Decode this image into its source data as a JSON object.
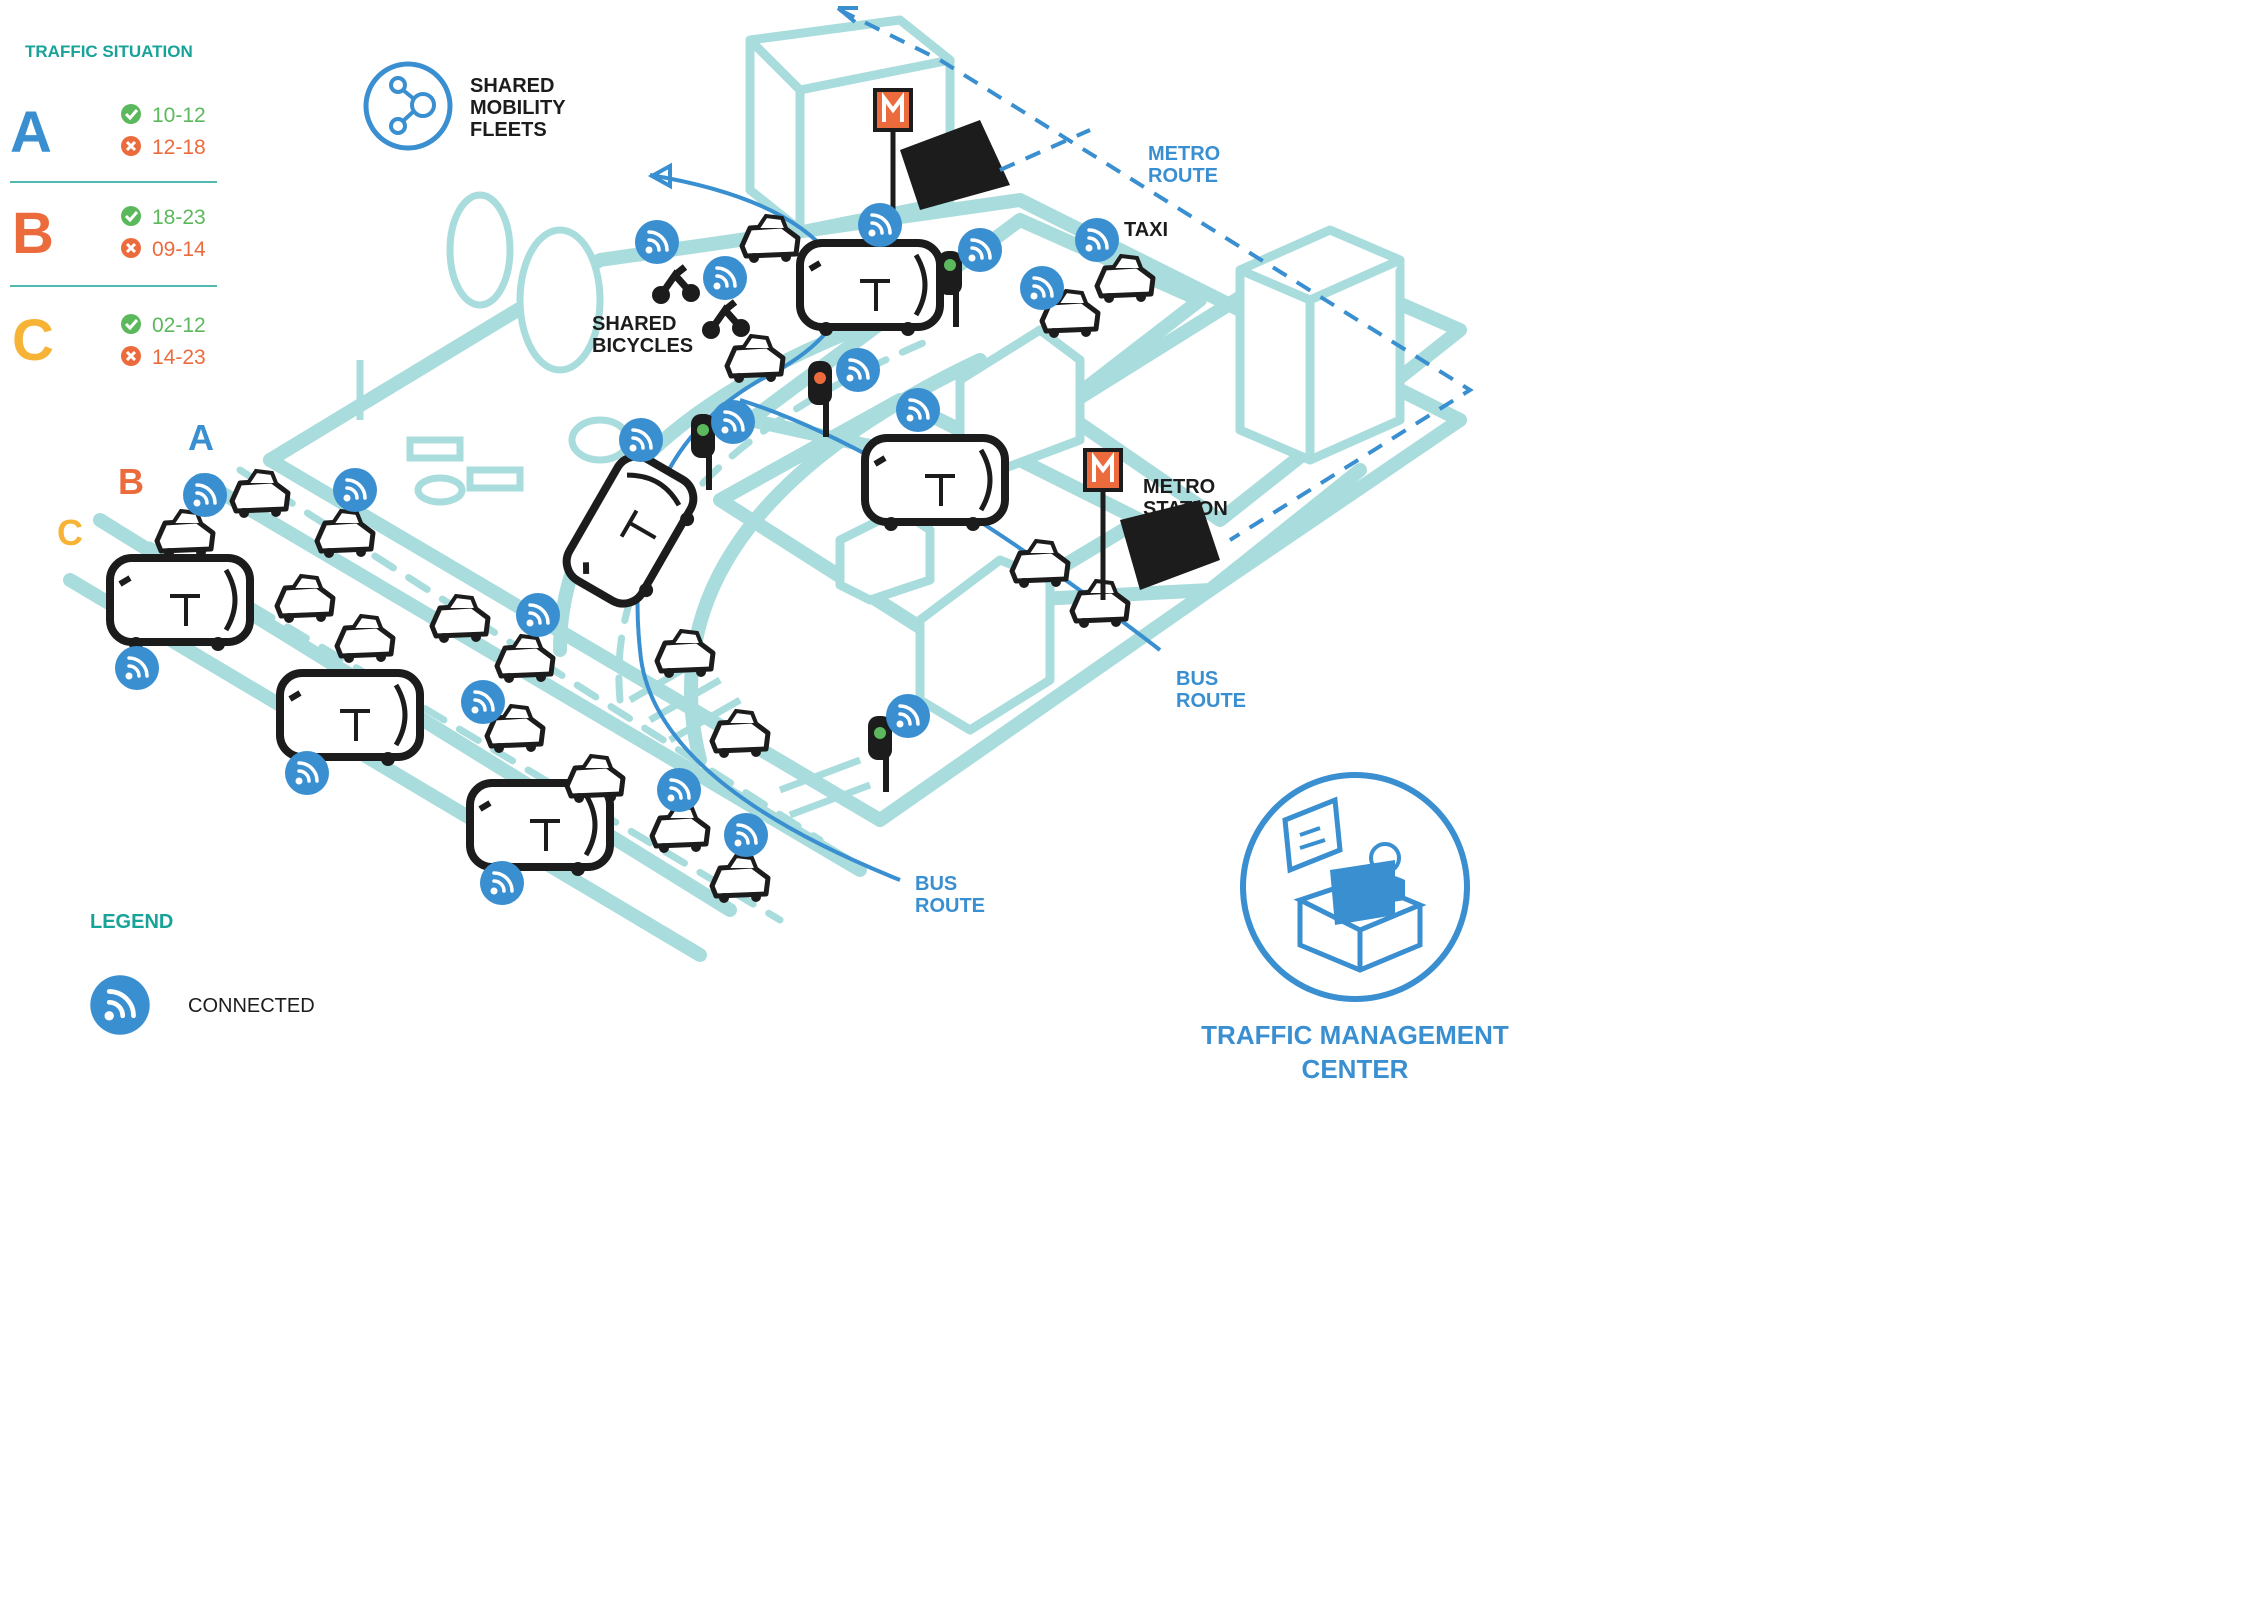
{
  "traffic_situation": {
    "title": "TRAFFIC SITUATION",
    "rows": [
      {
        "letter": "A",
        "ok": "10-12",
        "bad": "12-18"
      },
      {
        "letter": "B",
        "ok": "18-23",
        "bad": "09-14"
      },
      {
        "letter": "C",
        "ok": "02-12",
        "bad": "14-23"
      }
    ]
  },
  "lane_labels": [
    "A",
    "B",
    "C"
  ],
  "labels": {
    "shared_mobility": [
      "SHARED",
      "MOBILITY",
      "FLEETS"
    ],
    "shared_bicycles": [
      "SHARED",
      "BICYCLES"
    ],
    "metro_route": [
      "METRO",
      "ROUTE"
    ],
    "taxi": "TAXI",
    "metro_station": [
      "METRO",
      "STATION"
    ],
    "bus_route_right": [
      "BUS",
      "ROUTE"
    ],
    "bus_route_bottom": [
      "BUS",
      "ROUTE"
    ],
    "traffic_center": [
      "TRAFFIC MANAGEMENT",
      "CENTER"
    ]
  },
  "legend": {
    "title": "LEGEND",
    "connected": "CONNECTED"
  },
  "colors": {
    "teal": "#17a398",
    "blue": "#3a8fd1",
    "orange": "#ec6b3c",
    "yellow": "#f6b335",
    "green": "#5cb85c",
    "line": "#a9dcdc",
    "dark": "#1c1c1c"
  },
  "icons": [
    "check-circle-icon",
    "x-circle-icon",
    "wifi-connected-icon",
    "metro-sign-icon",
    "share-network-icon",
    "operator-icon"
  ]
}
